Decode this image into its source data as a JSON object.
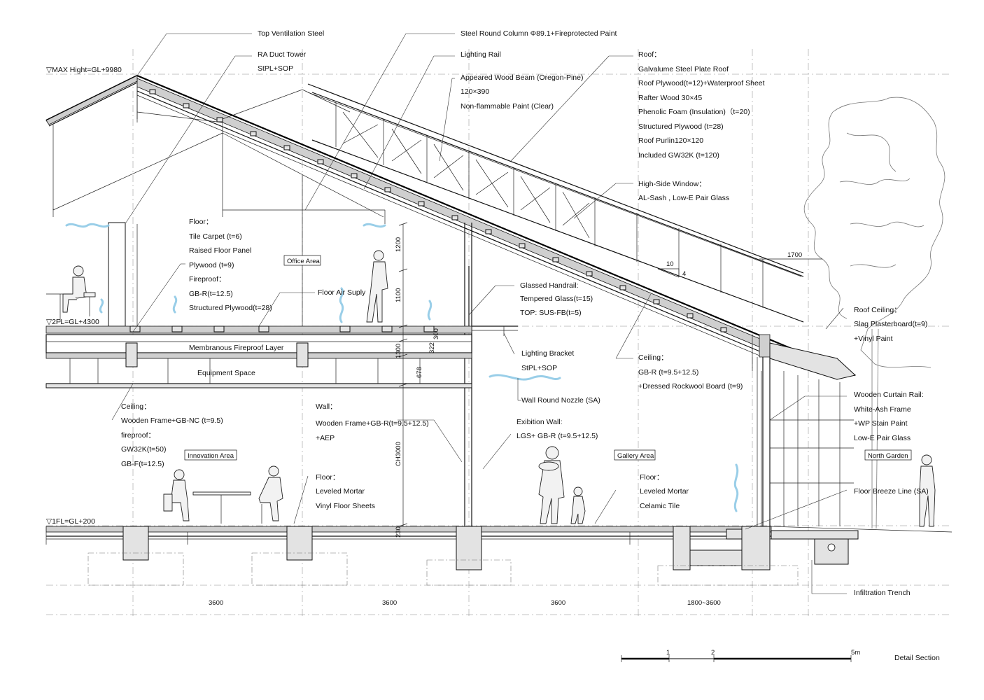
{
  "levels": {
    "max": "▽MAX Hight=GL+9980",
    "fl2": "▽2FL=GL+4300",
    "fl1": "▽1FL=GL+200"
  },
  "labels": {
    "top_ventilation": "Top Ventilation Steel",
    "ra_duct_1": "RA Duct Tower",
    "ra_duct_2": "StPL+SOP",
    "steel_column": "Steel Round Column Φ89.1+Fireprotected Paint",
    "lighting_rail": "Lighting Rail",
    "wood_beam_1": "Appeared Wood Beam (Oregon-Pine)",
    "wood_beam_2": "120×390",
    "wood_beam_3": "Non-flammable Paint (Clear)",
    "roof": [
      "Roof：",
      "Galvalume Steel Plate Roof",
      "Roof Plywood(t=12)+Waterproof Sheet",
      "Rafter Wood 30×45",
      "Phenolic Foam (Insulation)（t=20)",
      "Structured Plywood (t=28)",
      "Roof Purlin120×120",
      "Included GW32K (t=120)"
    ],
    "high_side_window": [
      "High-Side Window：",
      "AL-Sash , Low-E Pair Glass"
    ],
    "floor2": [
      "Floor：",
      "Tile Carpet (t=6)",
      "Raised Floor Panel",
      "Plywood (t=9)",
      "Fireproof：",
      "GB-R(t=12.5)",
      "Structured Plywood(t=28)"
    ],
    "office_area": "Office Area",
    "floor_air_supply": "Floor Air Suply",
    "glassed_handrail": [
      "Glassed Handrail:",
      "Tempered Glass(t=15)",
      "TOP: SUS-FB(t=5)"
    ],
    "roof_ceiling": [
      "Roof Ceiling：",
      "Slag Plasterboard(t=9)",
      "+Vinyl Paint"
    ],
    "membranous": "Membranous Fireproof Layer",
    "lighting_bracket": [
      "Lighting Bracket",
      "StPL+SOP"
    ],
    "ceiling_right": [
      "Ceiling：",
      "GB-R (t=9.5+12.5)",
      "+Dressed Rockwool Board (t=9)"
    ],
    "equipment_space": "Equipment Space",
    "wall_nozzle": "Wall Round Nozzle (SA)",
    "curtain_rail": [
      "Wooden Curtain Rail:",
      "White-Ash Frame",
      "+WP Stain Paint",
      "Low-E Pair Glass"
    ],
    "ceiling_left": [
      "Ceiling：",
      "Wooden Frame+GB-NC (t=9.5)",
      "fireproof：",
      "GW32K(t=50)",
      "GB-F(t=12.5)"
    ],
    "wall": [
      "Wall：",
      "Wooden Frame+GB-R(t=9.5+12.5)",
      "+AEP"
    ],
    "exhibition_wall": [
      "Exibition Wall:",
      "LGS+ GB-R (t=9.5+12.5)"
    ],
    "innovation_area": "Innovation Area",
    "gallery_area": "Gallery Area",
    "north_garden": "North Garden",
    "floor1_mid": [
      "Floor：",
      "Leveled Mortar",
      "Vinyl Floor Sheets"
    ],
    "floor1_right": [
      "Floor：",
      "Leveled Mortar",
      "Celamic Tile"
    ],
    "floor_breeze": "Floor Breeze Line (SA)",
    "infiltration": "Infiltration Trench",
    "title": "Detail Section"
  },
  "dimensions": {
    "d1200": "1200",
    "d1100": "1100",
    "d300": "300",
    "d1300": "1300",
    "d322": "322",
    "d678": "678",
    "ch3000": "CH3000",
    "d230": "230",
    "d1700": "1700",
    "slope_run": "10",
    "slope_rise": "4",
    "spans": [
      "3600",
      "3600",
      "3600",
      "1800~3600"
    ]
  },
  "scale_bar": {
    "marks": [
      "1",
      "2",
      "5m"
    ]
  }
}
